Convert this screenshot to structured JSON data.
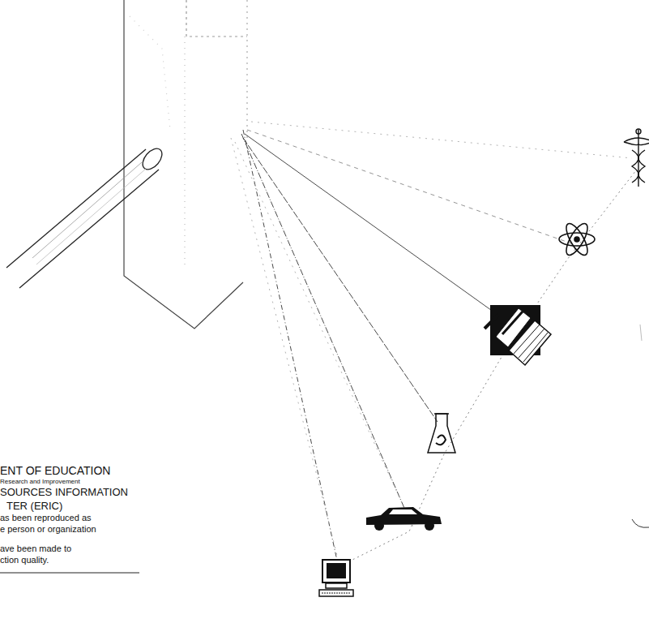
{
  "diagram": {
    "labels": [
      "ENT OF EDUCATION",
      "Research and Improvement",
      "SOURCES INFORMATION",
      "TER (ERIC)",
      "as been reproduced as",
      "e person or organization",
      "ave been made to",
      "ction quality."
    ]
  }
}
